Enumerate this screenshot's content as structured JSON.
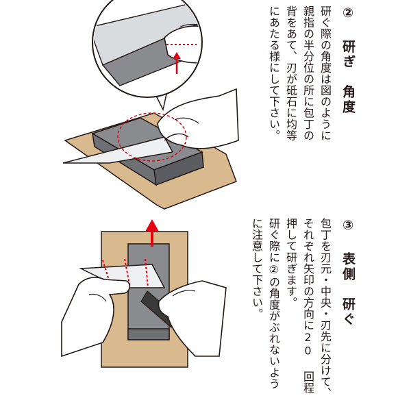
{
  "section2": {
    "title": "② 研ぎ　角度",
    "lines": [
      "研ぐ際の角度は図のように",
      "親指の半分位の所に包丁の",
      "背をあて、刃が砥石に均等",
      "にあたる様にして下さい。"
    ]
  },
  "section3": {
    "title": "③ 表側　研ぐ",
    "lines": [
      "包丁を刃元・中央・刃先に分けて、",
      "それぞれ矢印の方向に20 回程",
      "押して研ぎます。",
      "研ぐ際に②の角度がぶれないよう",
      "に注意して下さい。"
    ]
  },
  "colors": {
    "text": "#231815",
    "accent": "#e60012",
    "stone": "#898b8e",
    "board": "#d9b98e",
    "skin": "#ffffff"
  }
}
